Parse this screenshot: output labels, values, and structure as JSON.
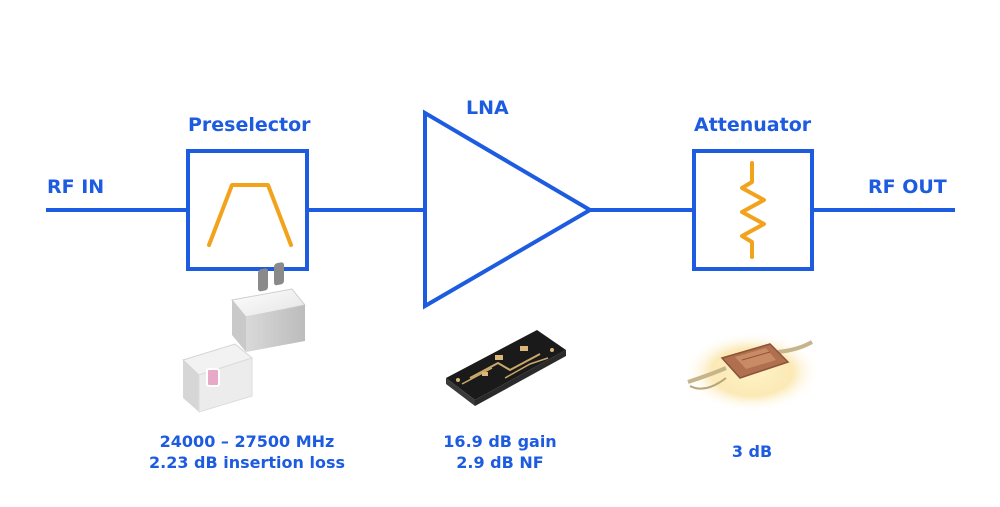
{
  "io": {
    "input_label": "RF IN",
    "output_label": "RF OUT"
  },
  "blocks": [
    {
      "label": "Preselector",
      "icon": "bandpass-filter-icon",
      "specs": [
        "24000 – 27500 MHz",
        "2.23 dB insertion loss"
      ]
    },
    {
      "label": "LNA",
      "icon": "amplifier-triangle",
      "specs": [
        "16.9 dB gain",
        "2.9 dB NF"
      ]
    },
    {
      "label": "Attenuator",
      "icon": "resistor-icon",
      "specs": [
        "3 dB"
      ]
    }
  ],
  "colors": {
    "line": "#1d5be0",
    "icon": "#f2a31b",
    "text": "#1d5be0"
  }
}
